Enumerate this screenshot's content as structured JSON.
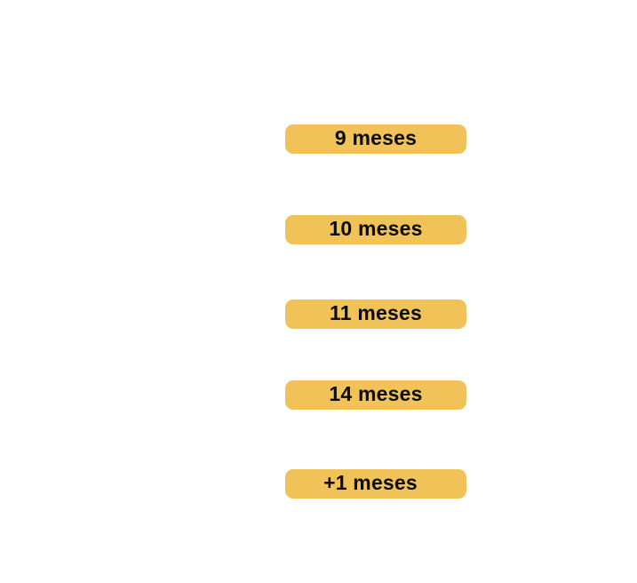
{
  "options": [
    {
      "label": "9 meses"
    },
    {
      "label": "10 meses"
    },
    {
      "label": "11 meses"
    },
    {
      "label": "14 meses"
    },
    {
      "label": "+1 meses"
    }
  ],
  "colors": {
    "pill_background": "#f0c257",
    "pill_text": "#0b0b0b",
    "page_background": "#ffffff"
  }
}
